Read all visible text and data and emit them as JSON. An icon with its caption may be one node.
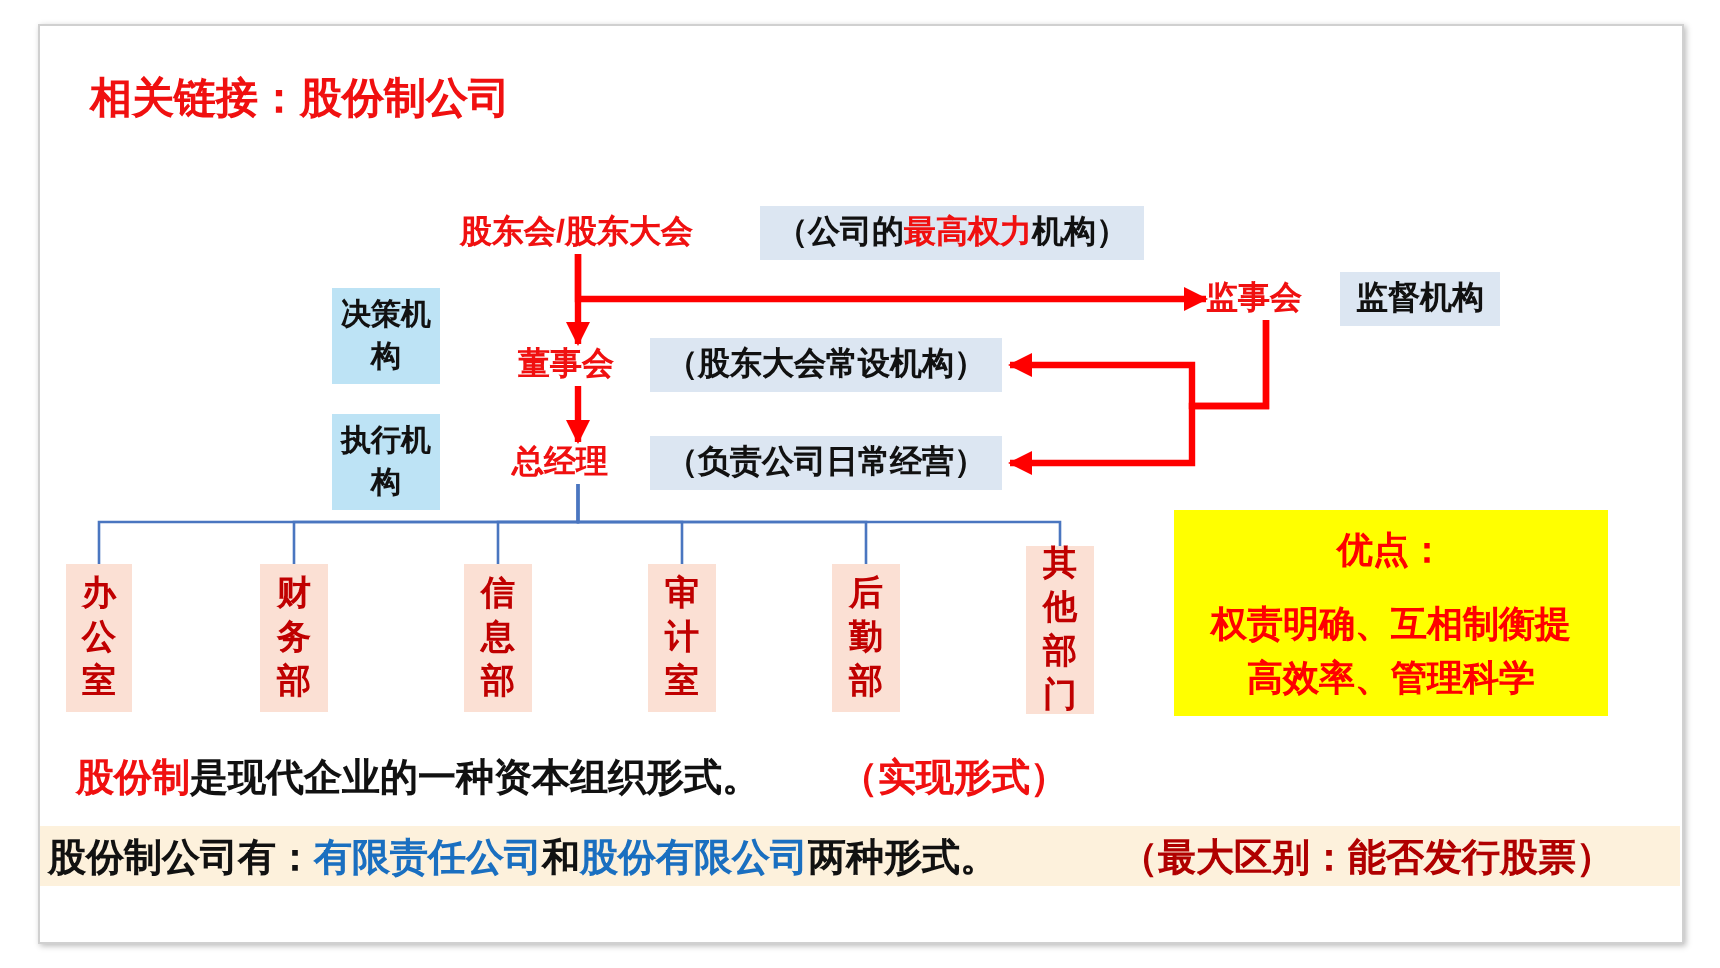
{
  "diagram": {
    "title": "相关链接：股份制公司",
    "nodes": [
      {
        "text": [
          "股东会/股东大会"
        ]
      },
      {
        "text": [
          "（公司的**最高权力**机构）"
        ]
      },
      {
        "text": [
          "监事会"
        ]
      },
      {
        "text": [
          "监督机构"
        ]
      },
      {
        "text": [
          "决策机构"
        ]
      },
      {
        "text": [
          "董事会"
        ]
      },
      {
        "text": [
          "（股东大会常设机构）"
        ]
      },
      {
        "text": [
          "执行机构"
        ]
      },
      {
        "text": [
          "总经理"
        ]
      },
      {
        "text": [
          "（负责公司日常经营）"
        ]
      },
      {
        "text": [
          "办公室"
        ]
      },
      {
        "text": [
          "财务部"
        ]
      },
      {
        "text": [
          "信息部"
        ]
      },
      {
        "text": [
          "审计室"
        ]
      },
      {
        "text": [
          "后勤部"
        ]
      },
      {
        "text": [
          "其他部门"
        ]
      },
      {
        "text": [
          "优点：",
          "权责明确、互相制衡提高效率、管理科学"
        ]
      }
    ],
    "edges": [
      {
        "from": 0,
        "to": 5,
        "arrow": "to",
        "style": "thick",
        "color": "#ff0000"
      },
      {
        "from": 0,
        "to": 2,
        "arrow": "to",
        "style": "thick",
        "color": "#ff0000"
      },
      {
        "from": 5,
        "to": 8,
        "arrow": "to",
        "style": "thick",
        "color": "#ff0000"
      },
      {
        "from": 2,
        "to": 6,
        "arrow": "to",
        "style": "thick",
        "color": "#ff0000"
      },
      {
        "from": 2,
        "to": 9,
        "arrow": "to",
        "style": "thick",
        "color": "#ff0000"
      },
      {
        "from": 8,
        "to": 10,
        "arrow": "none"
      },
      {
        "from": 8,
        "to": 11,
        "arrow": "none"
      },
      {
        "from": 8,
        "to": 12,
        "arrow": "none"
      },
      {
        "from": 8,
        "to": 13,
        "arrow": "none"
      },
      {
        "from": 8,
        "to": 14,
        "arrow": "none"
      },
      {
        "from": 8,
        "to": 15,
        "arrow": "none"
      }
    ],
    "labels": [
      "**股份制**是现代企业的一种资本组织形式。",
      "（实现形式）",
      "股份制公司有：**有限责任公司**和**股份有限公司**两种形式。",
      "（最大区别：能否发行股票）"
    ]
  }
}
